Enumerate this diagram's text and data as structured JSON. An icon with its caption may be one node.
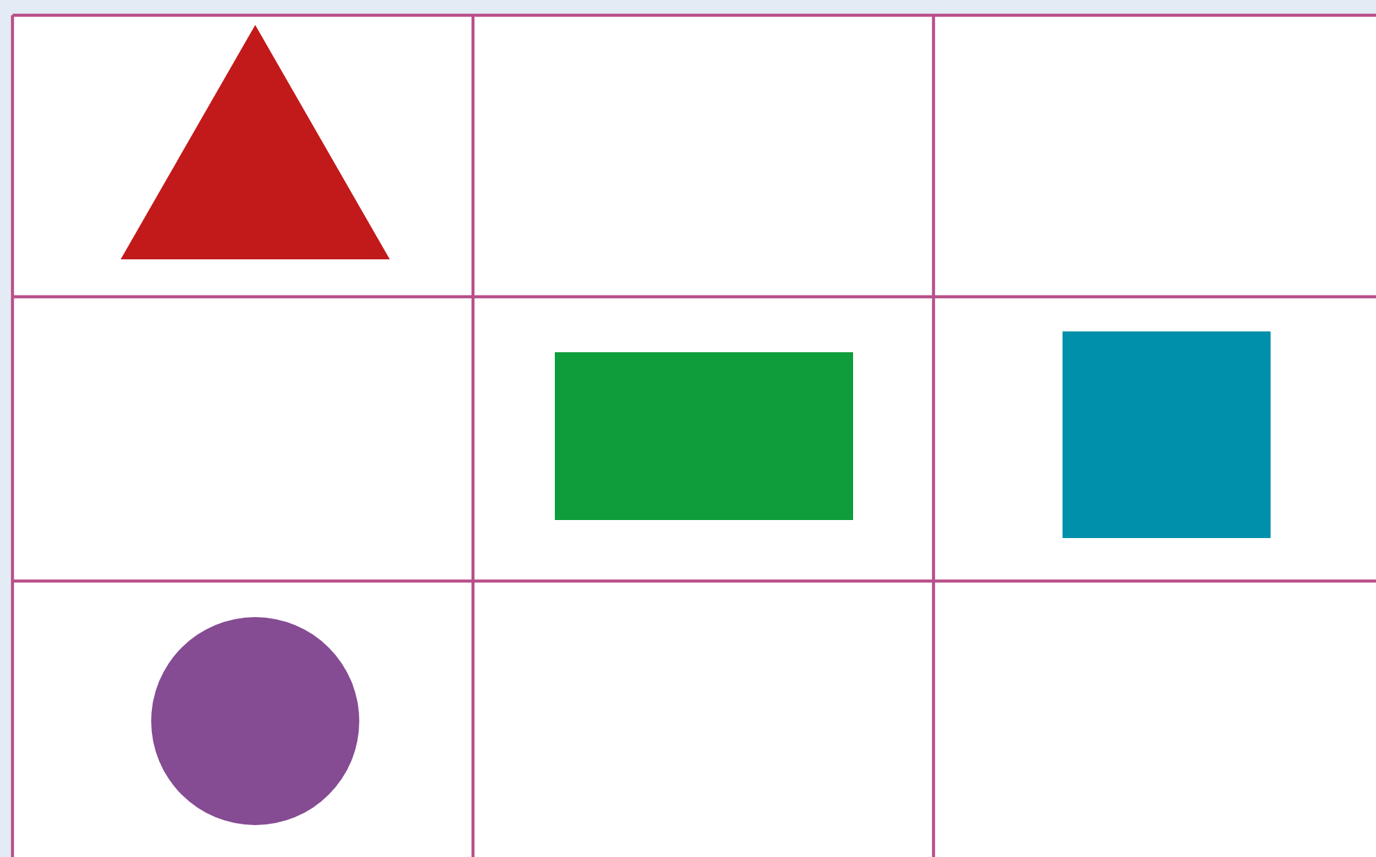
{
  "diagram": {
    "nodes": [
      {
        "text": [],
        "shape": "triangle"
      },
      {
        "text": [],
        "shape": "box"
      },
      {
        "text": [],
        "shape": "box"
      },
      {
        "text": [],
        "shape": "circle"
      }
    ]
  }
}
